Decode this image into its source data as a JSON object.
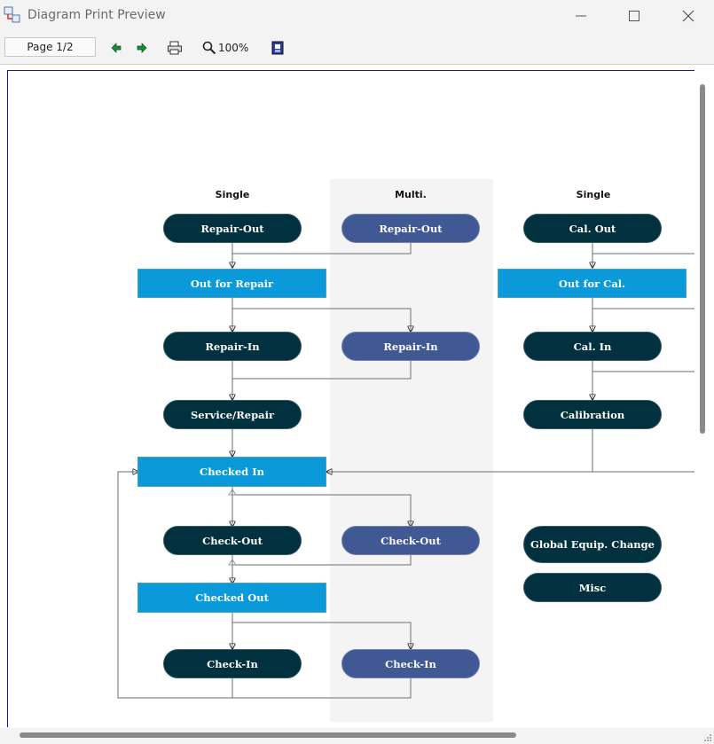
{
  "window": {
    "title": "Diagram Print Preview",
    "minimize_label": "—",
    "maximize_label": "☐",
    "close_label": "✕"
  },
  "toolbar": {
    "page_indicator": "Page 1/2",
    "zoom_label": "100%",
    "icons": [
      "back-arrow-icon",
      "forward-arrow-icon",
      "printer-icon",
      "magnifier-icon",
      "page-setup-icon"
    ]
  },
  "colors": {
    "dark_node": "#01303f",
    "multi_node": "#405893",
    "state_box": "#0b9ad9",
    "lane_background": "#f4f4f4",
    "connector": "#6e6e6e"
  },
  "diagram": {
    "columns": [
      {
        "id": "single-1",
        "header": "Single"
      },
      {
        "id": "multi",
        "header": "Multi."
      },
      {
        "id": "single-2",
        "header": "Single"
      }
    ],
    "nodes": {
      "repair_out_single": "Repair-Out",
      "repair_out_multi": "Repair-Out",
      "out_for_repair": "Out for Repair",
      "repair_in_single": "Repair-In",
      "repair_in_multi": "Repair-In",
      "service_repair": "Service/Repair",
      "checked_in": "Checked In",
      "check_out_single": "Check-Out",
      "check_out_multi": "Check-Out",
      "checked_out": "Checked Out",
      "check_in_single": "Check-In",
      "check_in_multi": "Check-In",
      "cal_out": "Cal. Out",
      "out_for_cal": "Out for Cal.",
      "cal_in": "Cal. In",
      "calibration": "Calibration",
      "global_equip_change": "Global Equip. Change",
      "misc": "Misc"
    }
  }
}
